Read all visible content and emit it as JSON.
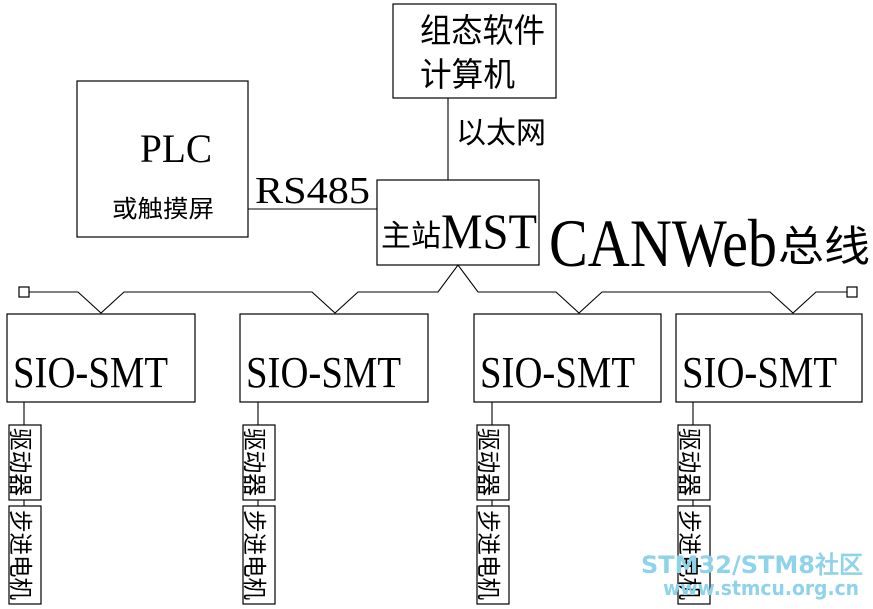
{
  "scada": {
    "line1": "组态软件",
    "line2": "计算机"
  },
  "ethernet_label": "以太网",
  "plc": {
    "title": "PLC",
    "subtitle": "或触摸屏"
  },
  "rs485_label": "RS485",
  "master": {
    "label_cn": "主站",
    "label_en": "MST"
  },
  "bus_label": {
    "en": "CANWeb",
    "cn": "总线"
  },
  "slaves": [
    {
      "label": "SIO-SMT",
      "driver": "驱动器",
      "motor": "步进电机"
    },
    {
      "label": "SIO-SMT",
      "driver": "驱动器",
      "motor": "步进电机"
    },
    {
      "label": "SIO-SMT",
      "driver": "驱动器",
      "motor": "步进电机"
    },
    {
      "label": "SIO-SMT",
      "driver": "驱动器",
      "motor": "步进电机"
    }
  ],
  "watermark": {
    "line1": "STM32/STM8社区",
    "line2": "www.stmcu.org.cn",
    "color": "#8fd3ea"
  }
}
